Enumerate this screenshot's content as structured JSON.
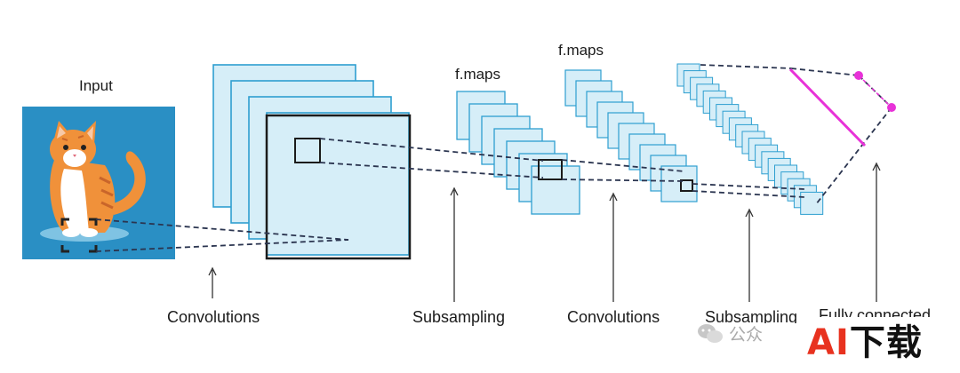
{
  "input": {
    "label": "Input"
  },
  "feature_maps": {
    "first_label": "f.maps",
    "second_label": "f.maps"
  },
  "stages": [
    {
      "id": "conv1",
      "label": "Convolutions"
    },
    {
      "id": "sub1",
      "label": "Subsampling"
    },
    {
      "id": "conv2",
      "label": "Convolutions"
    },
    {
      "id": "sub2",
      "label": "Subsampling"
    },
    {
      "id": "fc",
      "label": "Fully connected"
    }
  ],
  "watermark": {
    "text": "公众"
  },
  "brand": {
    "accent": "AI",
    "rest": "下载",
    "accent_color": "#e8321f"
  },
  "colors": {
    "map_fill": "#d6eef8",
    "map_stroke": "#2e9fd0",
    "input_bg": "#2a8fc4",
    "fc_line": "#e832d8",
    "kernel": "#222222"
  }
}
